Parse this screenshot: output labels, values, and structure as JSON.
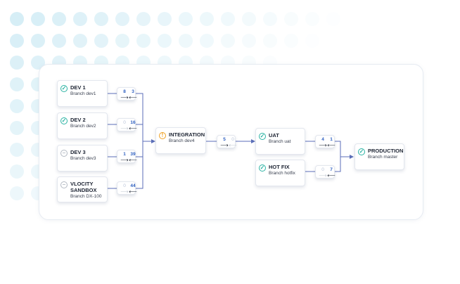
{
  "colors": {
    "accent": "#2d5fc0",
    "ok": "#2bb3a3",
    "warning": "#f0a020",
    "neutral": "#b3b9c3",
    "wire": "#5b6eb8"
  },
  "nodes": {
    "dev1": {
      "name": "DEV 1",
      "branch": "Branch dev1",
      "status": "ok-icon"
    },
    "dev2": {
      "name": "DEV 2",
      "branch": "Branch dev2",
      "status": "ok-icon"
    },
    "dev3": {
      "name": "DEV 3",
      "branch": "Branch dev3",
      "status": "neutral-icon"
    },
    "vlocity": {
      "name_line1": "VLOCITY",
      "name_line2": "SANDBOX",
      "branch": "Branch DX-100",
      "status": "neutral-icon"
    },
    "integration": {
      "name": "INTEGRATION",
      "branch": "Branch dev4",
      "status": "warning-icon"
    },
    "uat": {
      "name": "UAT",
      "branch": "Branch uat",
      "status": "ok-icon"
    },
    "hotfix": {
      "name": "HOT FIX",
      "branch": "Branch hotfix",
      "status": "ok-icon"
    },
    "production": {
      "name": "PRODUCTION",
      "branch": "Branch master",
      "status": "ok-icon"
    }
  },
  "counters": {
    "dev1": {
      "ahead": "8",
      "behind": "3"
    },
    "dev2": {
      "ahead": "0",
      "behind": "16"
    },
    "dev3": {
      "ahead": "1",
      "behind": "39"
    },
    "vlocity": {
      "ahead": "0",
      "behind": "44"
    },
    "integration": {
      "ahead": "5",
      "behind": "0"
    },
    "uat": {
      "ahead": "4",
      "behind": "1"
    },
    "hotfix": {
      "ahead": "0",
      "behind": "7"
    }
  },
  "glyphs": {
    "right_arrow": "⟶",
    "left_arrow": "⟵",
    "check": "✓",
    "warn": "!",
    "neutral": "–"
  }
}
